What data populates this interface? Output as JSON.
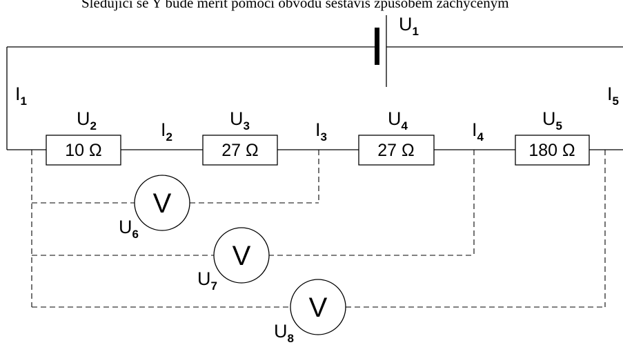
{
  "header_text": "Sledující se Y bude měřit pomocí obvodu sestavis způsobem zachyceným",
  "battery": {
    "label": "U",
    "sub": "1"
  },
  "currents": [
    {
      "label": "I",
      "sub": "1"
    },
    {
      "label": "I",
      "sub": "2"
    },
    {
      "label": "I",
      "sub": "3"
    },
    {
      "label": "I",
      "sub": "4"
    },
    {
      "label": "I",
      "sub": "5"
    }
  ],
  "resistors": [
    {
      "voltage": "U",
      "sub": "2",
      "value": "10 Ω"
    },
    {
      "voltage": "U",
      "sub": "3",
      "value": "27 Ω"
    },
    {
      "voltage": "U",
      "sub": "4",
      "value": "27 Ω"
    },
    {
      "voltage": "U",
      "sub": "5",
      "value": "180 Ω"
    }
  ],
  "voltmeters": [
    {
      "symbol": "V",
      "label": "U",
      "sub": "6"
    },
    {
      "symbol": "V",
      "label": "U",
      "sub": "7"
    },
    {
      "symbol": "V",
      "label": "U",
      "sub": "8"
    }
  ]
}
